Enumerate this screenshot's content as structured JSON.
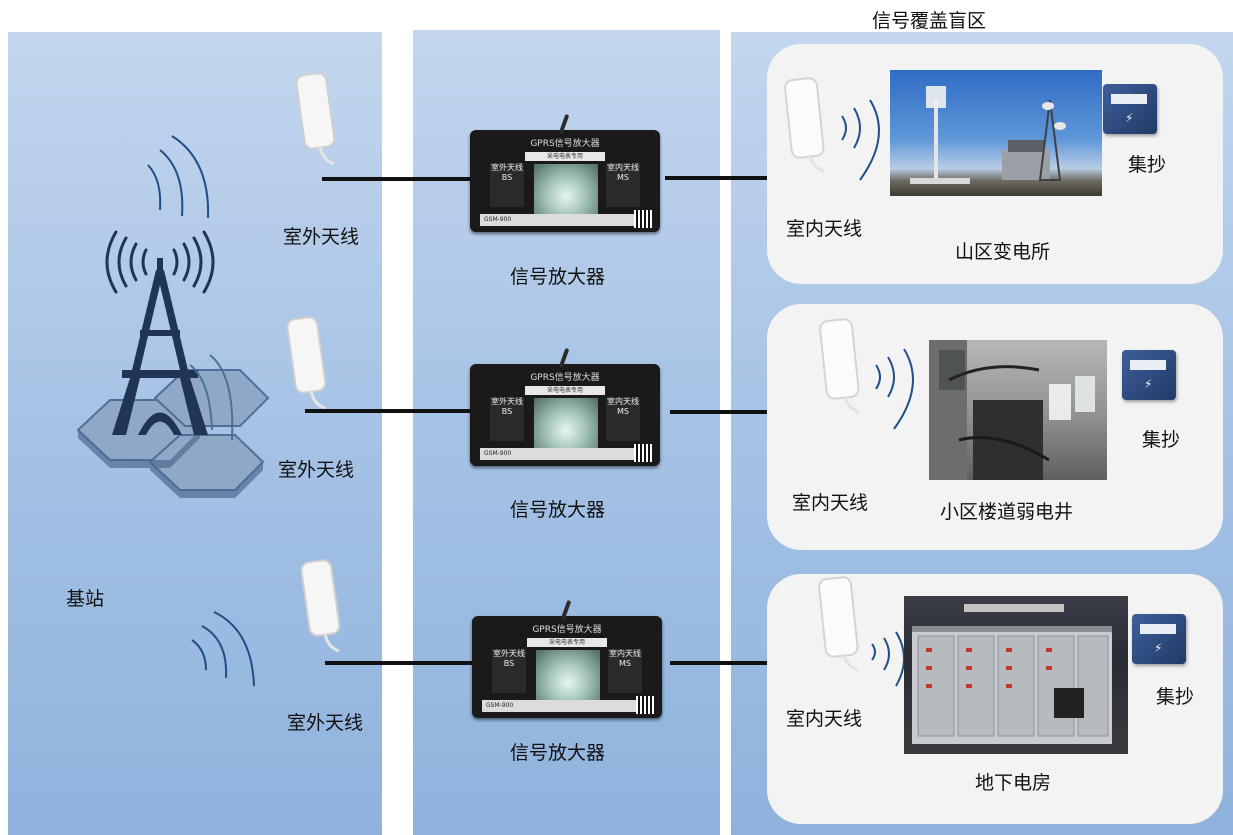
{
  "diagram": {
    "title": "信号覆盖盲区",
    "base_station_label": "基站",
    "outdoor_antenna_label": "室外天线",
    "amplifier_label": "信号放大器",
    "indoor_antenna_label": "室内天线",
    "collector_label": "集抄",
    "amplifier_device": {
      "title": "GPRS信号放大器",
      "subtitle": "采电电表专用",
      "left_port": "室外天线",
      "left_code": "BS",
      "right_port": "室内天线",
      "right_code": "MS",
      "model": "GSM-900"
    },
    "sites": [
      {
        "name": "山区变电所"
      },
      {
        "name": "小区楼道弱电井"
      },
      {
        "name": "地下电房"
      }
    ],
    "colors": {
      "column_top": "#c3d6ee",
      "column_bottom": "#8fb2dd",
      "panel": "#f3f3f3",
      "cable": "#111111",
      "tower": "#1f3553"
    }
  }
}
